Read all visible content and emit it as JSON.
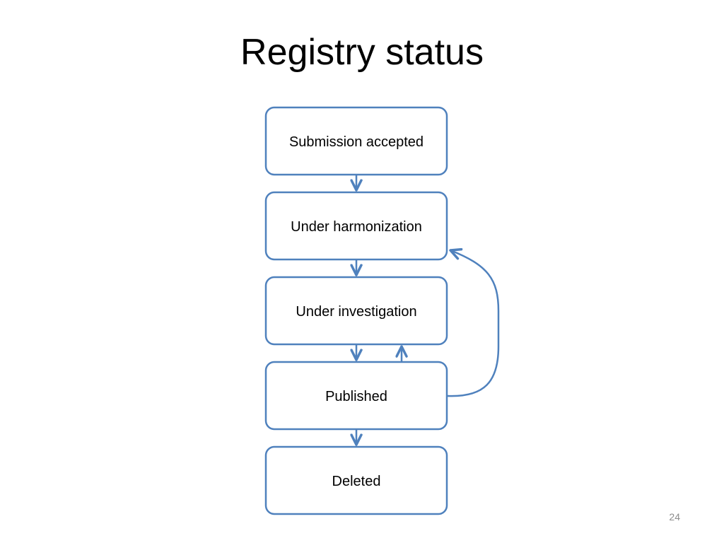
{
  "slide": {
    "title": "Registry status",
    "page_number": "24"
  },
  "diagram": {
    "nodes": [
      {
        "id": "submission-accepted",
        "label": "Submission accepted"
      },
      {
        "id": "under-harmonization",
        "label": "Under harmonization"
      },
      {
        "id": "under-investigation",
        "label": "Under investigation"
      },
      {
        "id": "published",
        "label": "Published"
      },
      {
        "id": "deleted",
        "label": "Deleted"
      }
    ],
    "edges": [
      {
        "from": "submission-accepted",
        "to": "under-harmonization"
      },
      {
        "from": "under-harmonization",
        "to": "under-investigation"
      },
      {
        "from": "under-investigation",
        "to": "published"
      },
      {
        "from": "published",
        "to": "under-investigation"
      },
      {
        "from": "published",
        "to": "deleted"
      },
      {
        "from": "published",
        "to": "under-harmonization"
      }
    ],
    "colors": {
      "node_border": "#4f81bd",
      "edge": "#4f81bd",
      "node_fill": "#ffffff"
    }
  }
}
